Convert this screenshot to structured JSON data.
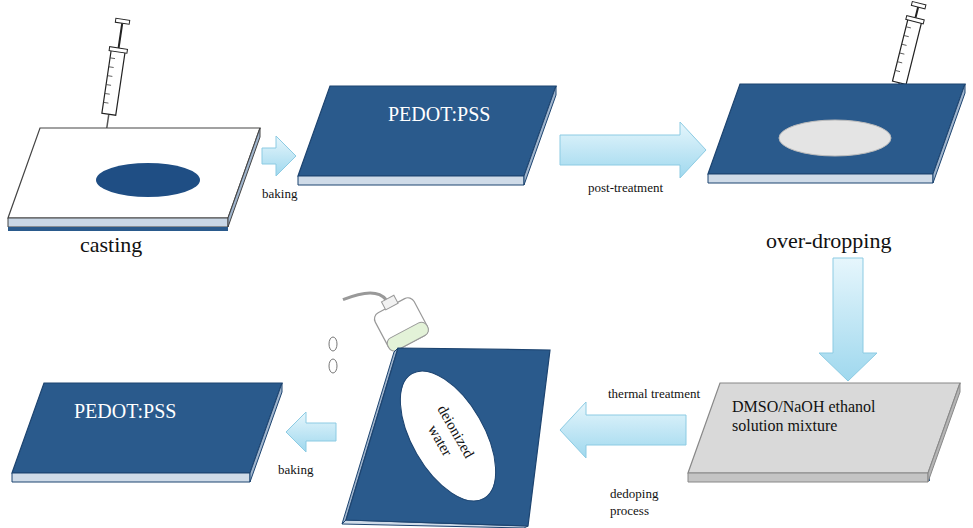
{
  "diagram": {
    "nodes": [
      {
        "text": [
          "casting"
        ]
      },
      {
        "text": [
          "PEDOT:PSS"
        ]
      },
      {
        "text": [
          "over-dropping"
        ]
      },
      {
        "text": [
          "DMSO/NaOH ethanol solution mixture"
        ]
      },
      {
        "text": [
          "deionized water"
        ]
      },
      {
        "text": [
          "PEDOT:PSS"
        ]
      }
    ],
    "edges": [
      {
        "from": 0,
        "to": 1,
        "label": "baking",
        "arrow": "to"
      },
      {
        "from": 1,
        "to": 2,
        "label": "post-treatment",
        "arrow": "to"
      },
      {
        "from": 2,
        "to": 3,
        "arrow": "to"
      },
      {
        "from": 3,
        "to": 4,
        "arrow": "to"
      },
      {
        "from": 4,
        "to": 5,
        "label": "baking",
        "arrow": "to"
      }
    ],
    "labels": [
      "thermal treatment",
      "dedoping process"
    ]
  }
}
